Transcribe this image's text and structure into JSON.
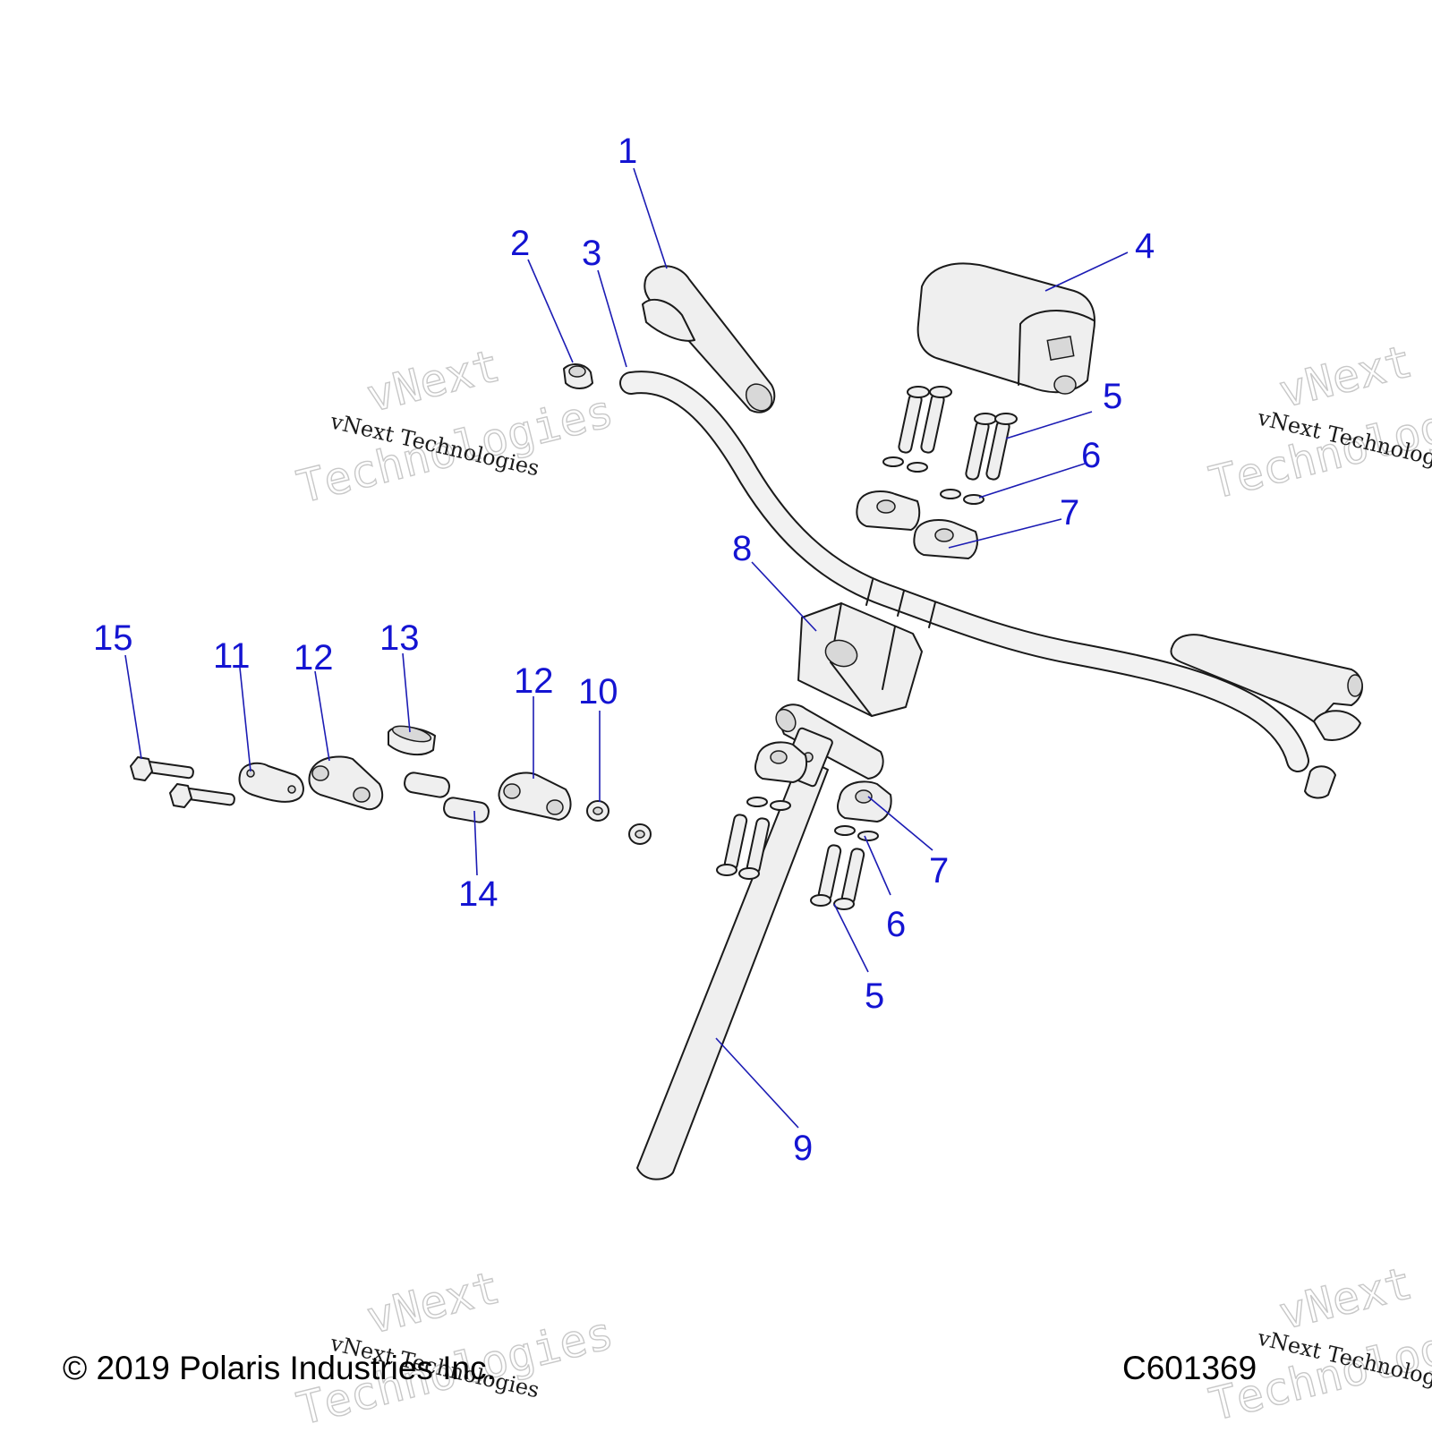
{
  "callouts": [
    {
      "label": "1"
    },
    {
      "label": "2"
    },
    {
      "label": "3"
    },
    {
      "label": "4"
    },
    {
      "label": "5"
    },
    {
      "label": "6"
    },
    {
      "label": "7"
    },
    {
      "label": "8"
    },
    {
      "label": "5"
    },
    {
      "label": "6"
    },
    {
      "label": "7"
    },
    {
      "label": "9"
    },
    {
      "label": "10"
    },
    {
      "label": "11"
    },
    {
      "label": "12"
    },
    {
      "label": "12"
    },
    {
      "label": "13"
    },
    {
      "label": "14"
    },
    {
      "label": "15"
    }
  ],
  "watermark": {
    "big_line1": "vNext",
    "big_line2": "Technologies",
    "small": "vNext Technologies"
  },
  "footer": {
    "copyright": "© 2019 Polaris Industries Inc.",
    "code": "C601369"
  },
  "colors": {
    "callout": "#1414d2",
    "leader": "#1c1cb4",
    "part_fill": "#efefef",
    "watermark": "#c8c8c8"
  }
}
